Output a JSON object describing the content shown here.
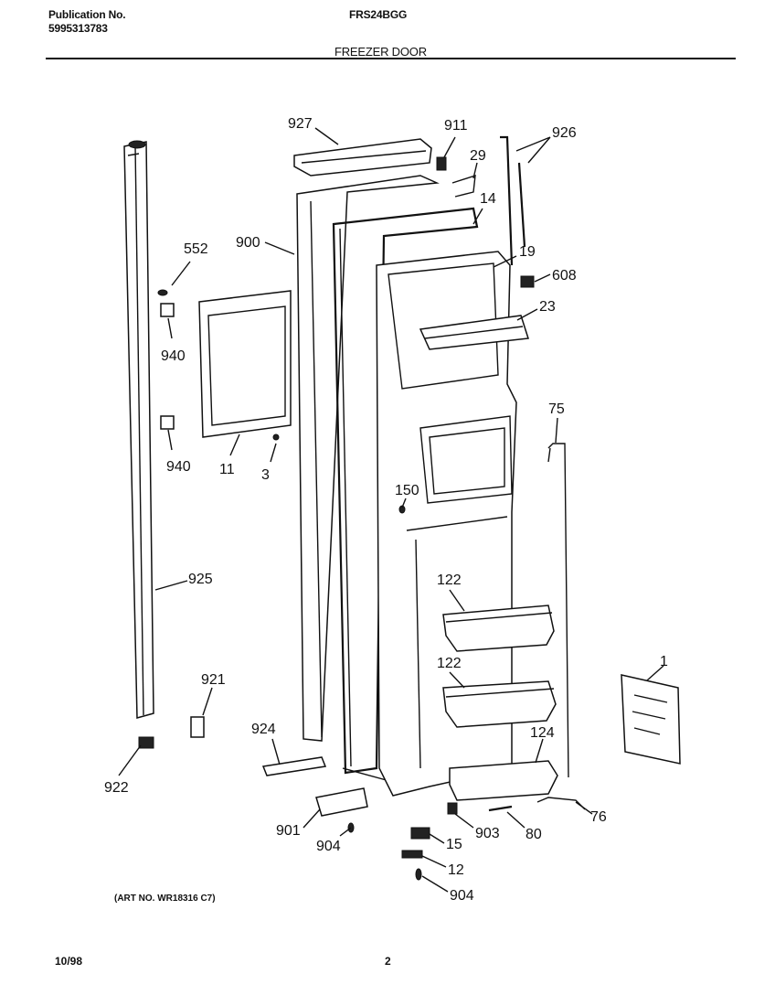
{
  "header": {
    "publication_label": "Publication No.",
    "publication_number": "5995313783",
    "model": "FRS24BGG",
    "section_title": "FREEZER DOOR"
  },
  "art_number": "(ART NO. WR18316 C7)",
  "footer": {
    "date": "10/98",
    "page": "2"
  },
  "callouts": {
    "c927": "927",
    "c911": "911",
    "c29": "29",
    "c926": "926",
    "c14": "14",
    "c900": "900",
    "c552": "552",
    "c19": "19",
    "c608": "608",
    "c23": "23",
    "c940a": "940",
    "c940b": "940",
    "c11": "11",
    "c3": "3",
    "c75": "75",
    "c150": "150",
    "c925": "925",
    "c122a": "122",
    "c122b": "122",
    "c921": "921",
    "c1": "1",
    "c924": "924",
    "c124": "124",
    "c922": "922",
    "c901": "901",
    "c903": "903",
    "c80": "80",
    "c76": "76",
    "c904a": "904",
    "c15": "15",
    "c12": "12",
    "c904b": "904"
  }
}
